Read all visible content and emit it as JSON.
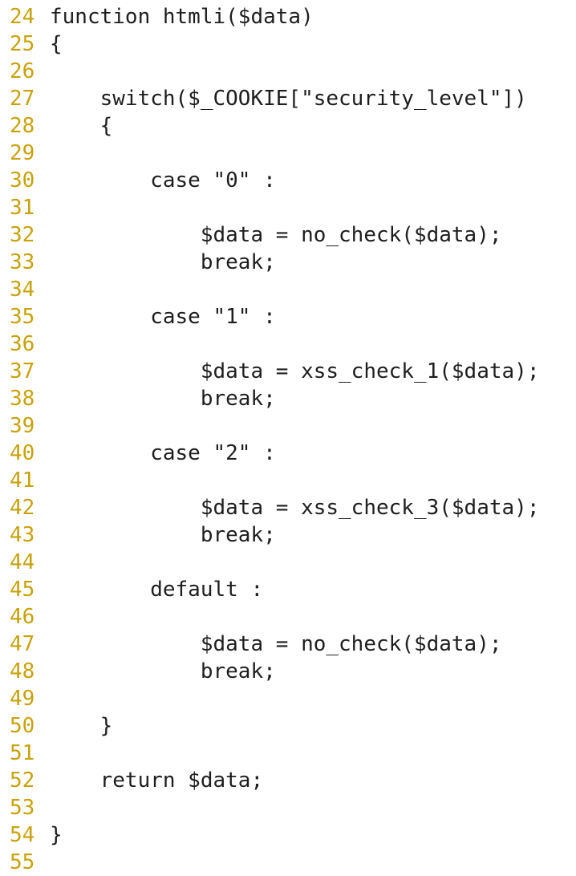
{
  "editor": {
    "colors": {
      "line_number": "#c9a20b",
      "code": "#1e1e1e",
      "background": "#ffffff"
    },
    "lines": [
      {
        "n": "24",
        "text": "function htmli($data)"
      },
      {
        "n": "25",
        "text": "{"
      },
      {
        "n": "26",
        "text": ""
      },
      {
        "n": "27",
        "text": "    switch($_COOKIE[\"security_level\"])"
      },
      {
        "n": "28",
        "text": "    {"
      },
      {
        "n": "29",
        "text": ""
      },
      {
        "n": "30",
        "text": "        case \"0\" :"
      },
      {
        "n": "31",
        "text": ""
      },
      {
        "n": "32",
        "text": "            $data = no_check($data);"
      },
      {
        "n": "33",
        "text": "            break;"
      },
      {
        "n": "34",
        "text": ""
      },
      {
        "n": "35",
        "text": "        case \"1\" :"
      },
      {
        "n": "36",
        "text": ""
      },
      {
        "n": "37",
        "text": "            $data = xss_check_1($data);"
      },
      {
        "n": "38",
        "text": "            break;"
      },
      {
        "n": "39",
        "text": ""
      },
      {
        "n": "40",
        "text": "        case \"2\" :"
      },
      {
        "n": "41",
        "text": ""
      },
      {
        "n": "42",
        "text": "            $data = xss_check_3($data);"
      },
      {
        "n": "43",
        "text": "            break;"
      },
      {
        "n": "44",
        "text": ""
      },
      {
        "n": "45",
        "text": "        default :"
      },
      {
        "n": "46",
        "text": ""
      },
      {
        "n": "47",
        "text": "            $data = no_check($data);"
      },
      {
        "n": "48",
        "text": "            break;"
      },
      {
        "n": "49",
        "text": ""
      },
      {
        "n": "50",
        "text": "    }"
      },
      {
        "n": "51",
        "text": ""
      },
      {
        "n": "52",
        "text": "    return $data;"
      },
      {
        "n": "53",
        "text": ""
      },
      {
        "n": "54",
        "text": "}"
      },
      {
        "n": "55",
        "text": ""
      }
    ]
  }
}
